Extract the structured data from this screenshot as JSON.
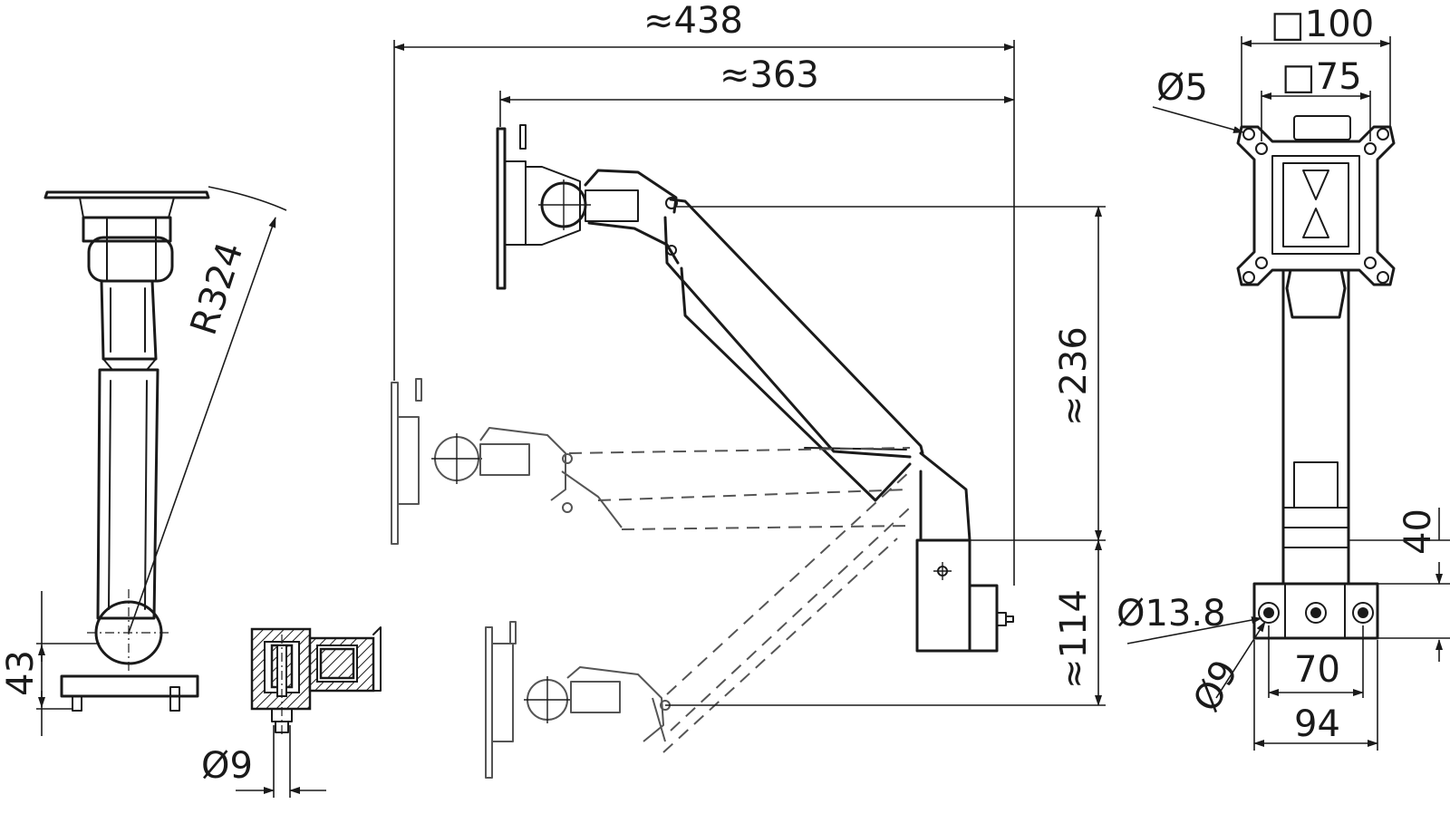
{
  "dimensions": {
    "total_width": "≈438",
    "arm_width": "≈363",
    "height_upper": "≈236",
    "height_lower": "≈114",
    "radius": "R324",
    "base_height": "43",
    "bolt_dia_side": "Ø9",
    "vesa_outer": "□100",
    "vesa_inner": "□75",
    "screw_dia": "Ø5",
    "clamp_height": "40",
    "hole_dia": "Ø13.8",
    "bolt_dia_front": "Ø9",
    "hole_spacing": "70",
    "base_width": "94"
  }
}
